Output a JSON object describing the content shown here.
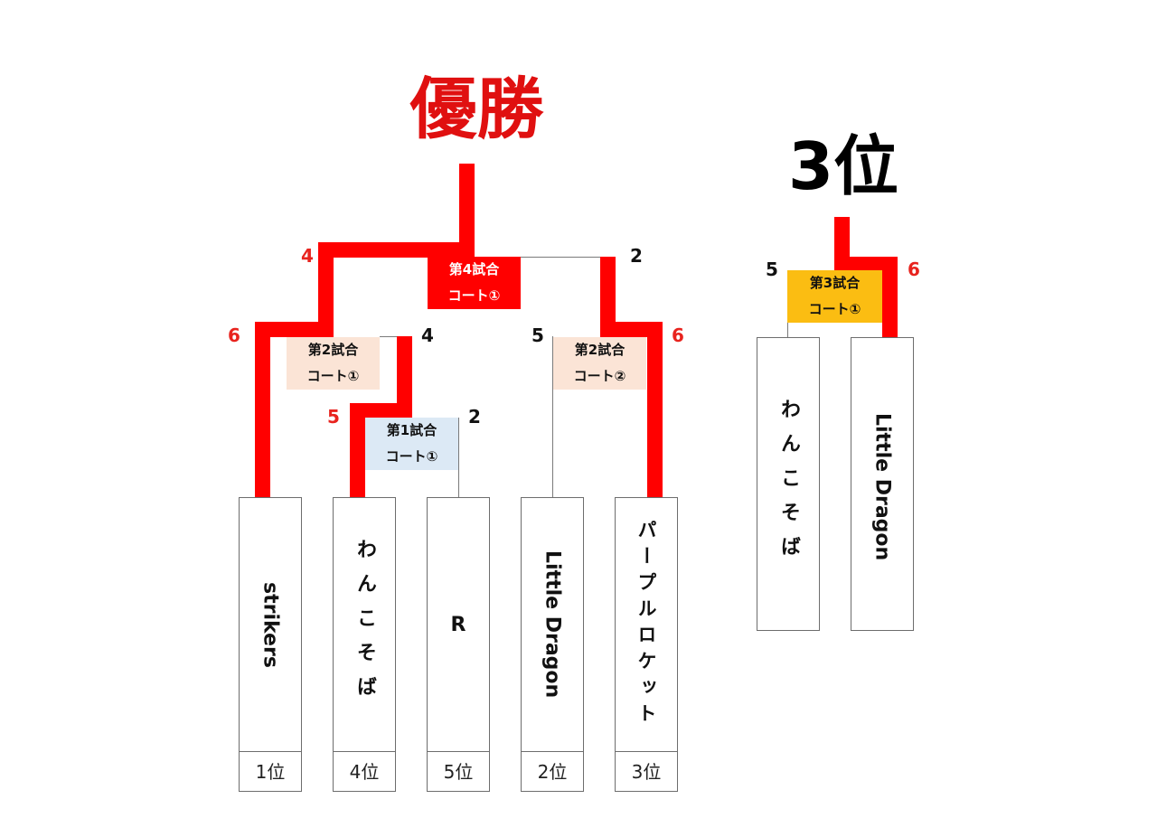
{
  "titles": {
    "champion": "優勝",
    "third_place": "3位"
  },
  "matches": {
    "m1": {
      "label": "第1試合",
      "court": "コート①"
    },
    "m2a": {
      "label": "第2試合",
      "court": "コート①"
    },
    "m2b": {
      "label": "第2試合",
      "court": "コート②"
    },
    "m3": {
      "label": "第3試合",
      "court": "コート①"
    },
    "m4": {
      "label": "第4試合",
      "court": "コート①"
    }
  },
  "scores": {
    "m4_left": "4",
    "m4_right": "2",
    "m2a_left": "6",
    "m2a_right": "4",
    "m2b_left": "5",
    "m2b_right": "6",
    "m1_left": "5",
    "m1_right": "2",
    "m3_left": "5",
    "m3_right": "6"
  },
  "teams": [
    {
      "name": "strikers",
      "rank": "1位"
    },
    {
      "name": "わんこそば",
      "rank": "4位"
    },
    {
      "name": "R",
      "rank": "5位"
    },
    {
      "name": "Little Dragon",
      "rank": "2位"
    },
    {
      "name": "パープルロケット",
      "rank": "3位"
    }
  ],
  "third_place_teams": [
    {
      "name": "わんこそば"
    },
    {
      "name": "Little Dragon"
    }
  ],
  "colors": {
    "winner_line": "#ff0000",
    "loser_line": "#7a7a7a"
  }
}
